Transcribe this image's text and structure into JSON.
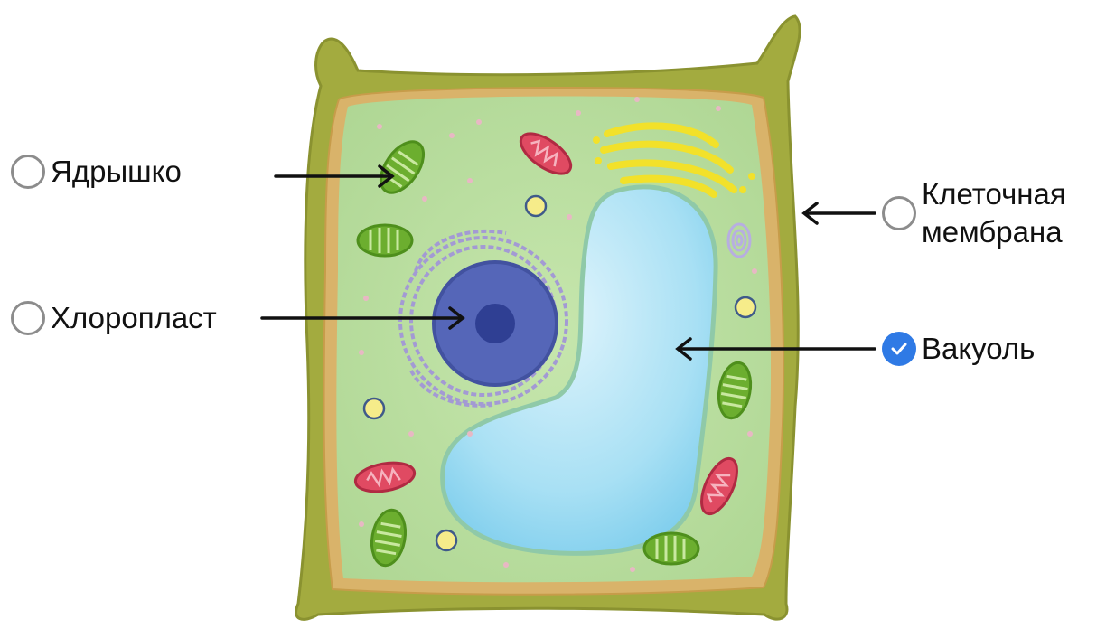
{
  "options": [
    {
      "id": "nucleolus",
      "label": "Ядрышко",
      "checked": false
    },
    {
      "id": "chloroplast",
      "label": "Хлоропласт",
      "checked": false
    },
    {
      "id": "membrane",
      "label_line1": "Клеточная",
      "label_line2": "мембрана",
      "checked": false
    },
    {
      "id": "vacuole",
      "label": "Вакуоль",
      "checked": true
    }
  ],
  "colors": {
    "accent": "#2f7ae5",
    "radio_border": "#8c8c8c",
    "cell_wall": "#9fa83c",
    "cytoplasm": "#b9dca0",
    "vacuole": "#8fd6f0",
    "nucleus": "#5566b8",
    "nucleolus": "#2f3f93",
    "chloroplast": "#6cae2f",
    "mitochondrion": "#e04a62",
    "golgi": "#f2e12a",
    "er": "#a39ad4"
  },
  "icons": {
    "radio_checked": "check-icon",
    "arrow": "arrow-icon"
  }
}
